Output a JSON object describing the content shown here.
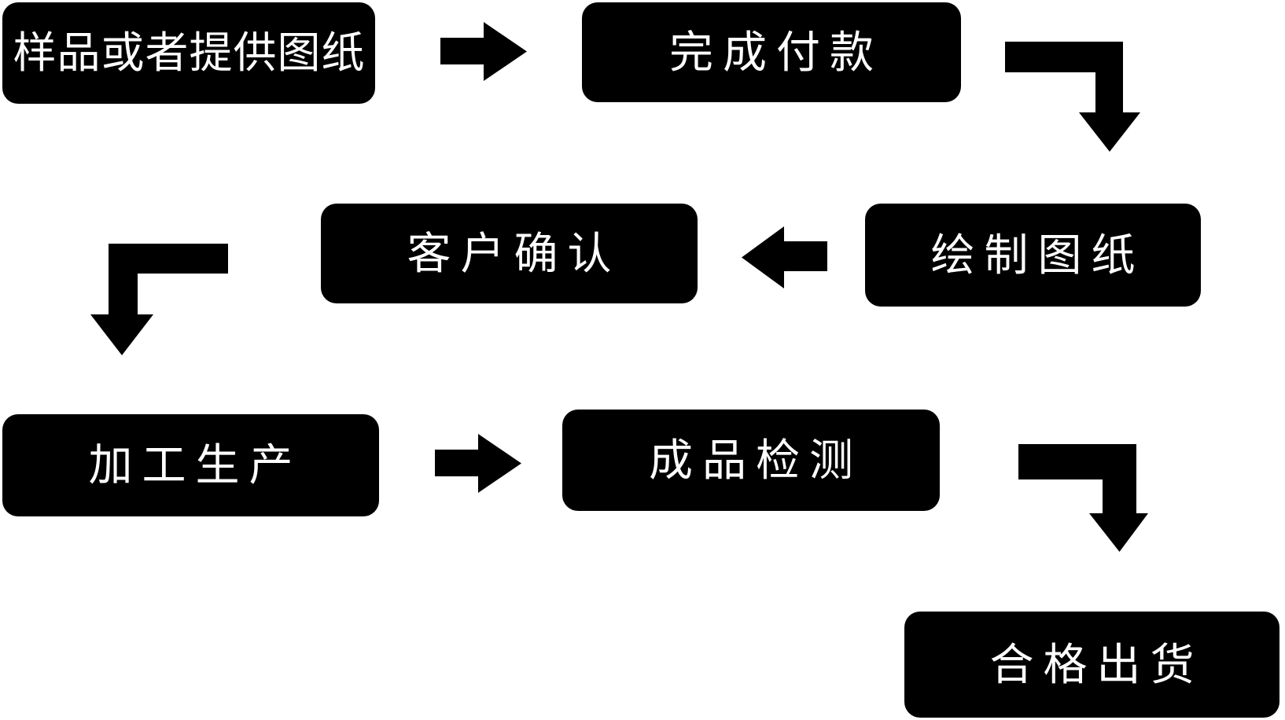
{
  "diagram": {
    "type": "flowchart",
    "colors": {
      "background": "#ffffff",
      "node_fill": "#000000",
      "node_text": "#ffffff",
      "arrow": "#000000"
    },
    "nodes": [
      {
        "id": "sample-or-drawings",
        "label": "样品或者提供图纸"
      },
      {
        "id": "complete-payment",
        "label": "完成付款"
      },
      {
        "id": "draw-drawings",
        "label": "绘制图纸"
      },
      {
        "id": "customer-confirmation",
        "label": "客户确认"
      },
      {
        "id": "processing-production",
        "label": "加工生产"
      },
      {
        "id": "finished-product-inspection",
        "label": "成品检测"
      },
      {
        "id": "qualified-shipment",
        "label": "合格出货"
      }
    ],
    "edges": [
      {
        "from": "sample-or-drawings",
        "to": "complete-payment",
        "shape": "straight-right"
      },
      {
        "from": "complete-payment",
        "to": "draw-drawings",
        "shape": "elbow-down"
      },
      {
        "from": "draw-drawings",
        "to": "customer-confirmation",
        "shape": "straight-left"
      },
      {
        "from": "customer-confirmation",
        "to": "processing-production",
        "shape": "elbow-down"
      },
      {
        "from": "processing-production",
        "to": "finished-product-inspection",
        "shape": "straight-right"
      },
      {
        "from": "finished-product-inspection",
        "to": "qualified-shipment",
        "shape": "elbow-down"
      }
    ]
  }
}
